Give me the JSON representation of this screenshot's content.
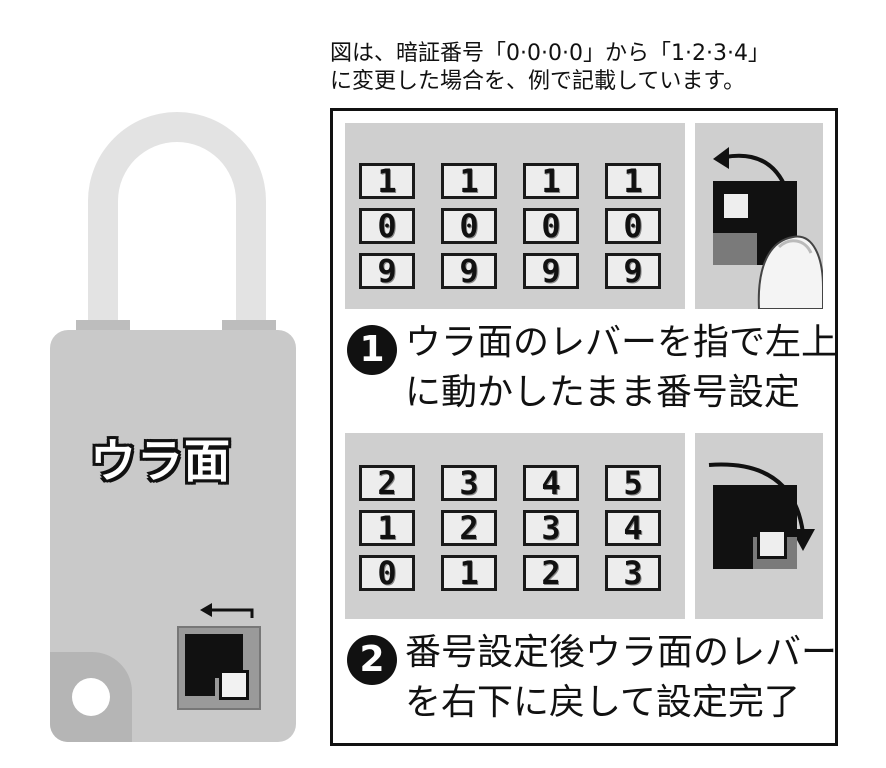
{
  "caption": {
    "line1": "図は、暗証番号「0·0·0·0」から「1·2·3·4」",
    "line2": "に変更した場合を、例で記載しています。"
  },
  "lock": {
    "back_label": "ウラ面"
  },
  "steps": [
    {
      "number": "1",
      "line1": "ウラ面のレバーを指で左上",
      "line2": "に動かしたまま番号設定",
      "dials": [
        [
          "1",
          "0",
          "9"
        ],
        [
          "1",
          "0",
          "9"
        ],
        [
          "1",
          "0",
          "9"
        ],
        [
          "1",
          "0",
          "9"
        ]
      ]
    },
    {
      "number": "2",
      "line1": "番号設定後ウラ面のレバー",
      "line2": "を右下に戻して設定完了",
      "dials": [
        [
          "2",
          "1",
          "0"
        ],
        [
          "3",
          "2",
          "1"
        ],
        [
          "4",
          "3",
          "2"
        ],
        [
          "5",
          "4",
          "3"
        ]
      ]
    }
  ],
  "colors": {
    "lock_body": "#c9c9c9",
    "shackle": "#e3e3e3",
    "panel_gray": "#cfcfcf",
    "ink": "#111111"
  },
  "icons": [
    "finger-icon",
    "arrow-left-up-icon",
    "arrow-right-down-icon"
  ]
}
